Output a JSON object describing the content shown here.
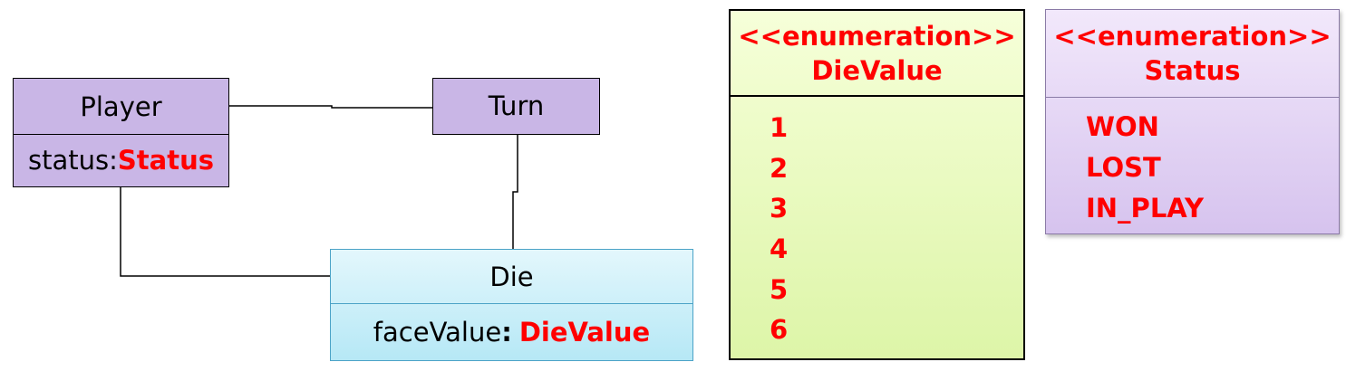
{
  "classes": {
    "player": {
      "name": "Player",
      "attribute_name": "status:",
      "attribute_type": "Status"
    },
    "turn": {
      "name": "Turn"
    },
    "die": {
      "name": "Die",
      "attribute_name": "faceValue",
      "attribute_colon": ":",
      "attribute_type": "DieValue"
    }
  },
  "enums": {
    "dievalue": {
      "stereotype": "<<enumeration>>",
      "name": "DieValue",
      "values": [
        "1",
        "2",
        "3",
        "4",
        "5",
        "6"
      ]
    },
    "status": {
      "stereotype": "<<enumeration>>",
      "name": "Status",
      "values": [
        "WON",
        "LOST",
        "IN_PLAY"
      ]
    }
  },
  "colors": {
    "type_highlight": "#ff0000",
    "class_fill": "#c9b6e6",
    "die_fill": "#b6e8f6",
    "dievalue_fill": "#ddf5a8",
    "status_fill": "#d6c3ee"
  }
}
